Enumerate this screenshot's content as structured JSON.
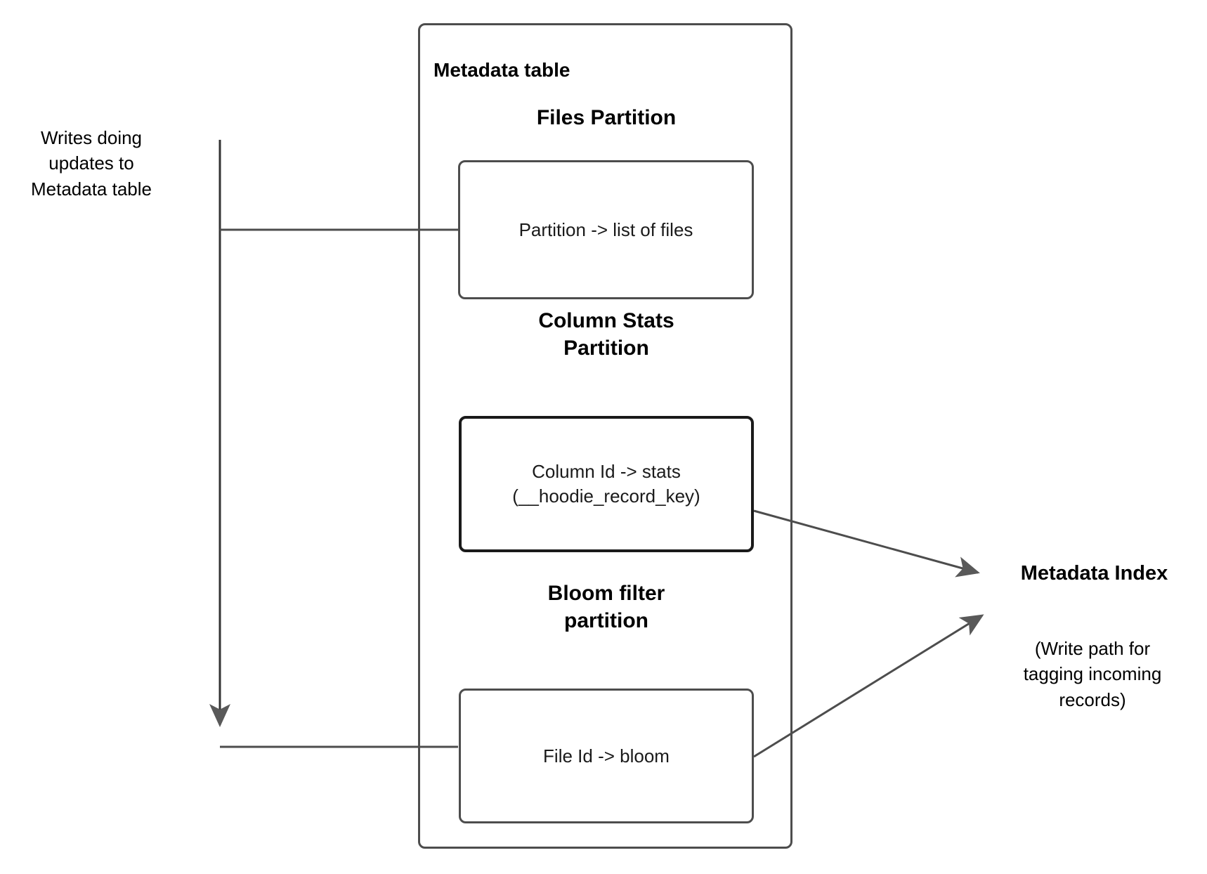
{
  "diagram": {
    "title": "Metadata table",
    "annotations": {
      "writes_label": "Writes doing\nupdates to\nMetadata table",
      "metadata_index_label": "Metadata Index",
      "metadata_index_note": "(Write path for\ntagging incoming\nrecords)"
    },
    "container": {
      "label": "Metadata table",
      "stroke_color": "#4d4d4d"
    },
    "partitions": [
      {
        "id": "files",
        "heading": "Files Partition",
        "box_text": "Partition -> list of files",
        "emphasis": false
      },
      {
        "id": "column-stats",
        "heading": "Column Stats\nPartition",
        "box_text": "Column Id  -> stats\n(__hoodie_record_key)",
        "emphasis": true
      },
      {
        "id": "bloom-filter",
        "heading": "Bloom filter\npartition",
        "box_text": "File Id -> bloom",
        "emphasis": false
      }
    ],
    "colors": {
      "stroke": "#4d4d4d",
      "emphasis_stroke": "#1a1a1a",
      "arrow_fill": "#595959",
      "text": "#000000",
      "background": "#ffffff"
    }
  }
}
